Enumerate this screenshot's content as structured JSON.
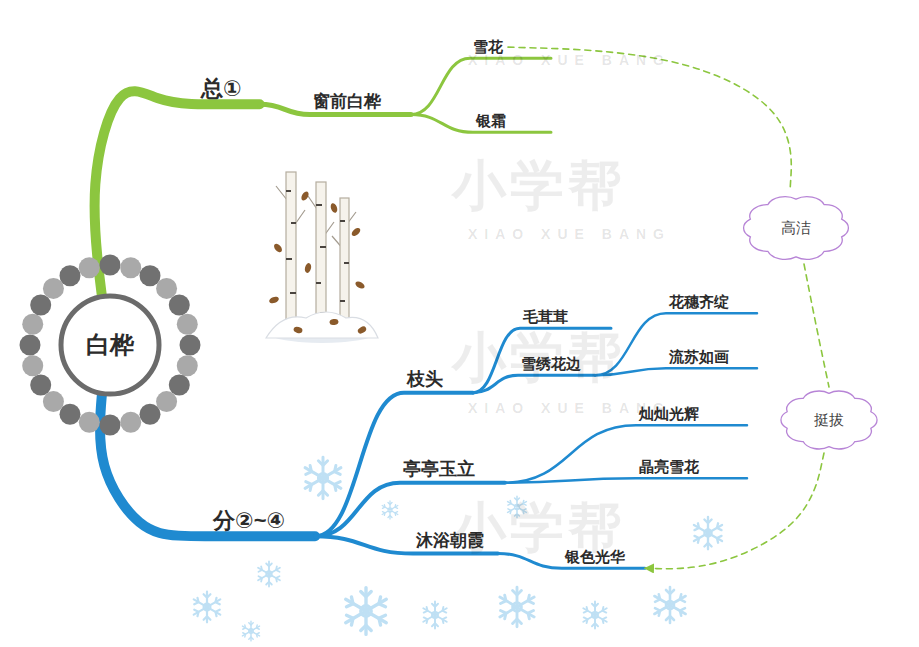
{
  "diagram": {
    "nodes": [
      {
        "text": [
          "白桦"
        ]
      },
      {
        "text": [
          "总①"
        ]
      },
      {
        "text": [
          "窗前白桦"
        ]
      },
      {
        "text": [
          "雪花"
        ]
      },
      {
        "text": [
          "银霜"
        ]
      },
      {
        "text": [
          "分②~④"
        ]
      },
      {
        "text": [
          "枝头"
        ]
      },
      {
        "text": [
          "毛茸茸"
        ]
      },
      {
        "text": [
          "雪绣花边"
        ]
      },
      {
        "text": [
          "花穗齐绽"
        ]
      },
      {
        "text": [
          "流苏如画"
        ]
      },
      {
        "text": [
          "亭亭玉立"
        ]
      },
      {
        "text": [
          "灿灿光辉"
        ]
      },
      {
        "text": [
          "晶亮雪花"
        ]
      },
      {
        "text": [
          "沐浴朝霞"
        ]
      },
      {
        "text": [
          "银色光华"
        ]
      },
      {
        "text": [
          "高洁"
        ]
      },
      {
        "text": [
          "挺拔"
        ]
      }
    ],
    "edges": [
      {
        "from": 0,
        "to": 1,
        "arrow": "none"
      },
      {
        "from": 1,
        "to": 2,
        "arrow": "none"
      },
      {
        "from": 2,
        "to": 3,
        "arrow": "none"
      },
      {
        "from": 2,
        "to": 4,
        "arrow": "none"
      },
      {
        "from": 0,
        "to": 5,
        "arrow": "none"
      },
      {
        "from": 5,
        "to": 6,
        "arrow": "none"
      },
      {
        "from": 6,
        "to": 7,
        "arrow": "none"
      },
      {
        "from": 6,
        "to": 8,
        "arrow": "none"
      },
      {
        "from": 8,
        "to": 9,
        "arrow": "none"
      },
      {
        "from": 8,
        "to": 10,
        "arrow": "none"
      },
      {
        "from": 5,
        "to": 11,
        "arrow": "none"
      },
      {
        "from": 11,
        "to": 12,
        "arrow": "none"
      },
      {
        "from": 11,
        "to": 13,
        "arrow": "none"
      },
      {
        "from": 5,
        "to": 14,
        "arrow": "none"
      },
      {
        "from": 14,
        "to": 15,
        "arrow": "none"
      },
      {
        "from": 3,
        "to": 16,
        "arrow": "none"
      },
      {
        "from": 16,
        "to": 17,
        "arrow": "none"
      },
      {
        "from": 17,
        "to": 15,
        "arrow": "to"
      }
    ],
    "labels": [
      "XIAO XUE BANG",
      "小学帮",
      "XIAO XUE BANG",
      "小学帮",
      "XIAO XUE BANG",
      "小学帮"
    ]
  }
}
